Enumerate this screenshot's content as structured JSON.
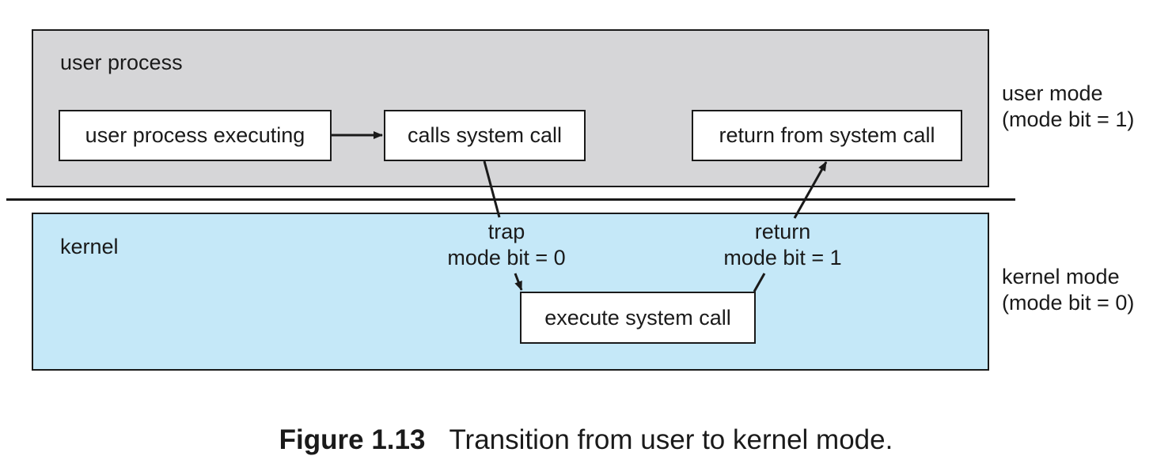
{
  "regions": {
    "user": {
      "label": "user process"
    },
    "kernel": {
      "label": "kernel"
    }
  },
  "boxes": {
    "user_executing": "user process executing",
    "calls_system_call": "calls system call",
    "return_from_system_call": "return from system call",
    "execute_system_call": "execute system call"
  },
  "transitions": {
    "trap": {
      "line1": "trap",
      "line2": "mode bit = 0"
    },
    "return": {
      "line1": "return",
      "line2": "mode bit = 1"
    }
  },
  "modes": {
    "user": {
      "line1": "user mode",
      "line2": "(mode bit = 1)"
    },
    "kernel": {
      "line1": "kernel mode",
      "line2": "(mode bit = 0)"
    }
  },
  "caption": {
    "figure_number": "Figure 1.13",
    "text": "Transition from user to kernel mode."
  },
  "colors": {
    "user_region": "#d6d6d8",
    "kernel_region": "#c5e8f8",
    "stroke": "#1a1a1a"
  }
}
